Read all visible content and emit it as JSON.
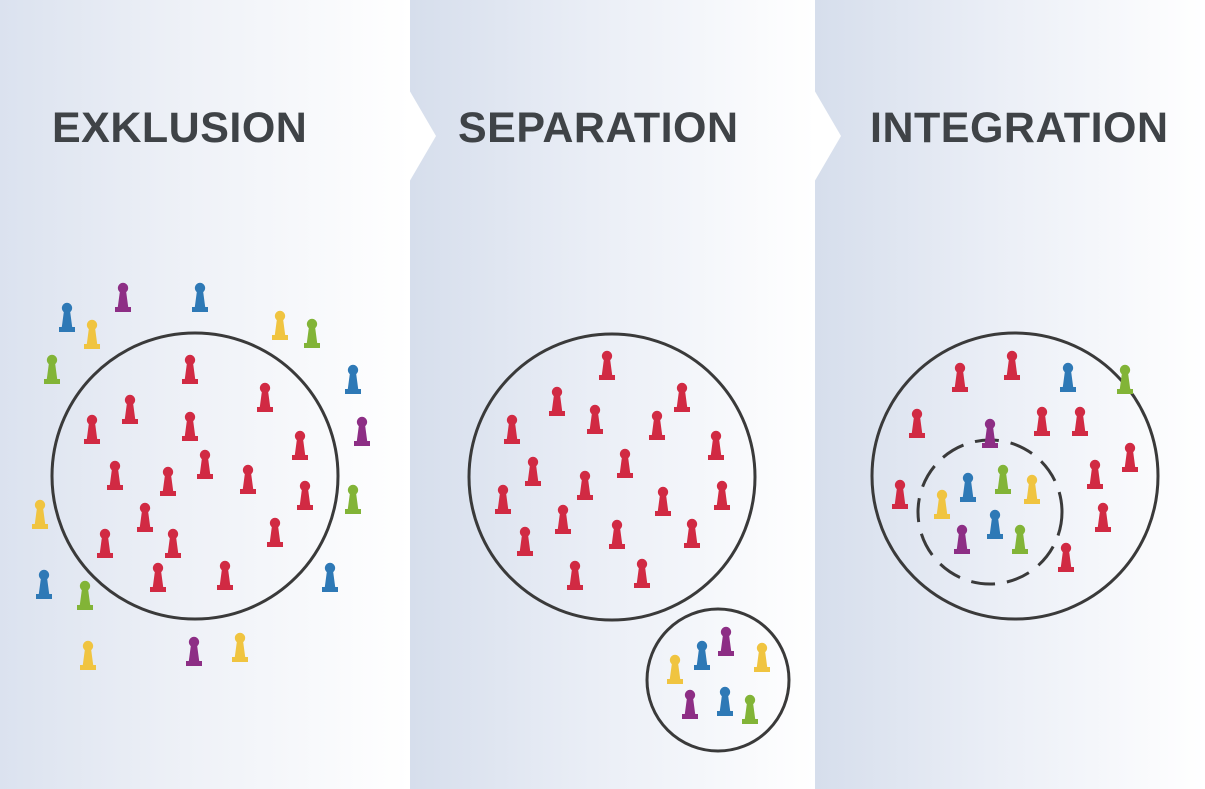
{
  "panels": [
    {
      "title": "EXKLUSION"
    },
    {
      "title": "SEPARATION"
    },
    {
      "title": "INTEGRATION"
    }
  ],
  "colors": {
    "red": "#d12a43",
    "blue": "#2e79b6",
    "yellow": "#f0c440",
    "green": "#82b437",
    "purple": "#8d2e85",
    "circle": "#3a3a3a",
    "title": "#3f4347"
  }
}
